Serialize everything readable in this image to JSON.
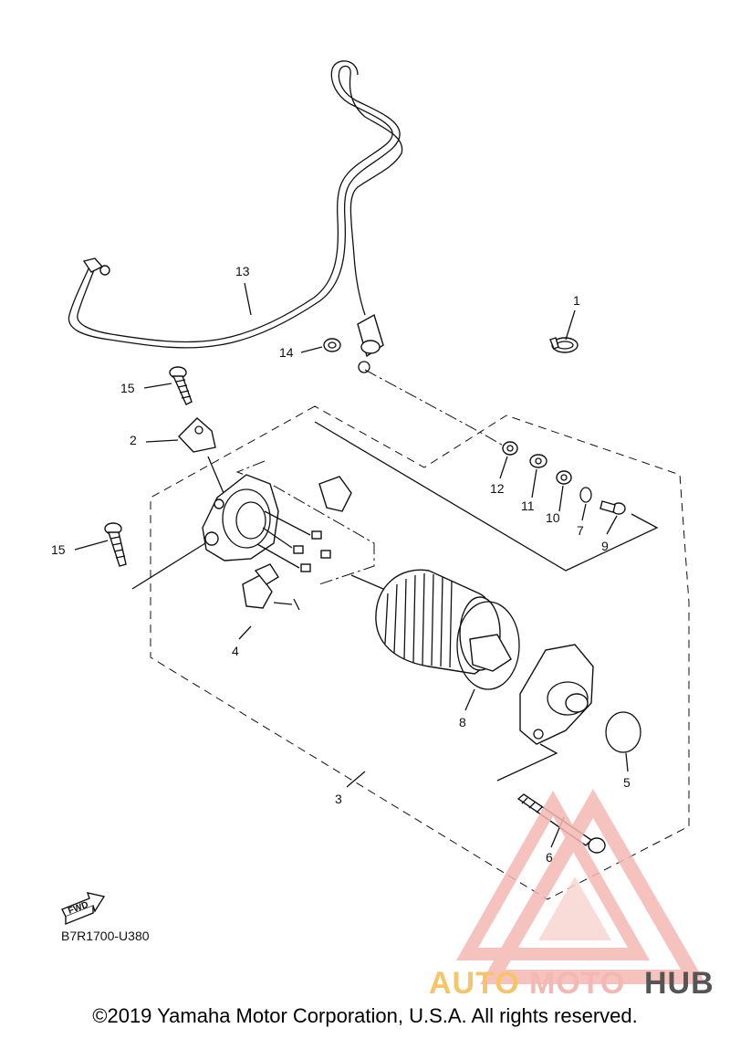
{
  "diagram": {
    "callouts": [
      {
        "id": "1",
        "label": "1"
      },
      {
        "id": "2",
        "label": "2"
      },
      {
        "id": "3",
        "label": "3"
      },
      {
        "id": "4",
        "label": "4"
      },
      {
        "id": "5",
        "label": "5"
      },
      {
        "id": "6",
        "label": "6"
      },
      {
        "id": "7",
        "label": "7"
      },
      {
        "id": "8",
        "label": "8"
      },
      {
        "id": "9",
        "label": "9"
      },
      {
        "id": "10",
        "label": "10"
      },
      {
        "id": "11",
        "label": "11"
      },
      {
        "id": "12",
        "label": "12"
      },
      {
        "id": "13",
        "label": "13"
      },
      {
        "id": "14",
        "label": "14"
      },
      {
        "id": "15a",
        "label": "15"
      },
      {
        "id": "15b",
        "label": "15"
      }
    ],
    "fwd_label": "FWD",
    "diagram_code": "B7R1700-U380"
  },
  "watermark": {
    "part1": "AUTO",
    "part2": "MOTO",
    "part3": "HUB",
    "color_red": "#e85a50",
    "color_orange": "#f4a623"
  },
  "footer": {
    "copyright": "©2019 Yamaha Motor Corporation, U.S.A. All rights reserved."
  }
}
